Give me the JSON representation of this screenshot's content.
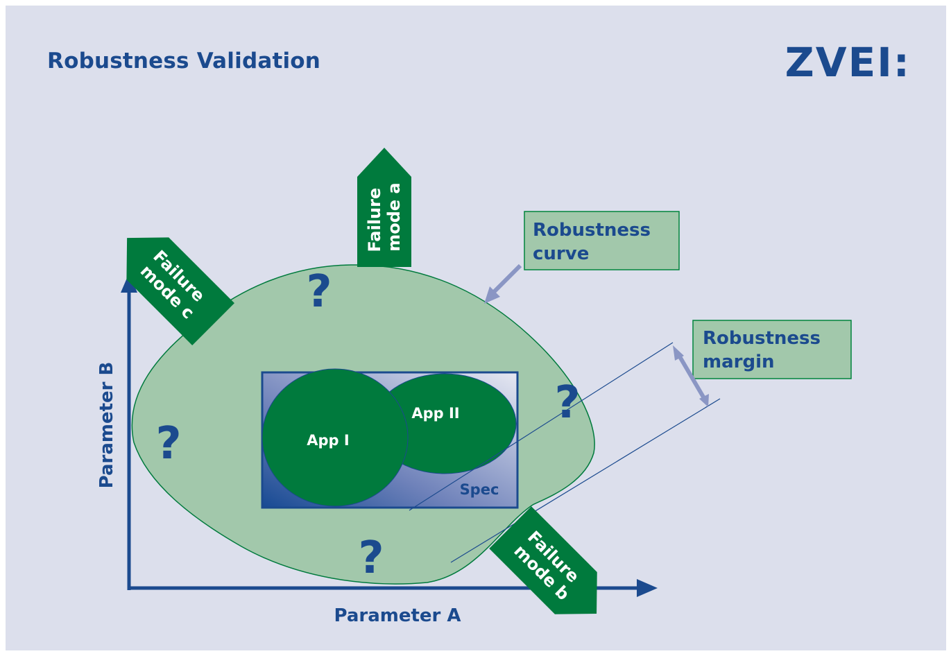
{
  "title": "Robustness Validation",
  "logo_text": "ZVEI:",
  "axis": {
    "x_label": "Parameter A",
    "y_label": "Parameter B"
  },
  "spec_label": "Spec",
  "apps": [
    "App I",
    "App II"
  ],
  "question_mark": "?",
  "failure_modes": {
    "a": [
      "Failure",
      "mode a"
    ],
    "b": [
      "Failure",
      "mode b"
    ],
    "c": [
      "Failure",
      "mode c"
    ]
  },
  "callouts": {
    "curve": [
      "Robustness",
      "curve"
    ],
    "margin": [
      "Robustness",
      "margin"
    ]
  },
  "colors": {
    "background": "#dcdfec",
    "navy": "#1b4a8e",
    "dark_green": "#007a3d",
    "light_green": "#a2c8ab",
    "callout_border": "#00843d",
    "connector": "#8a96c4"
  }
}
